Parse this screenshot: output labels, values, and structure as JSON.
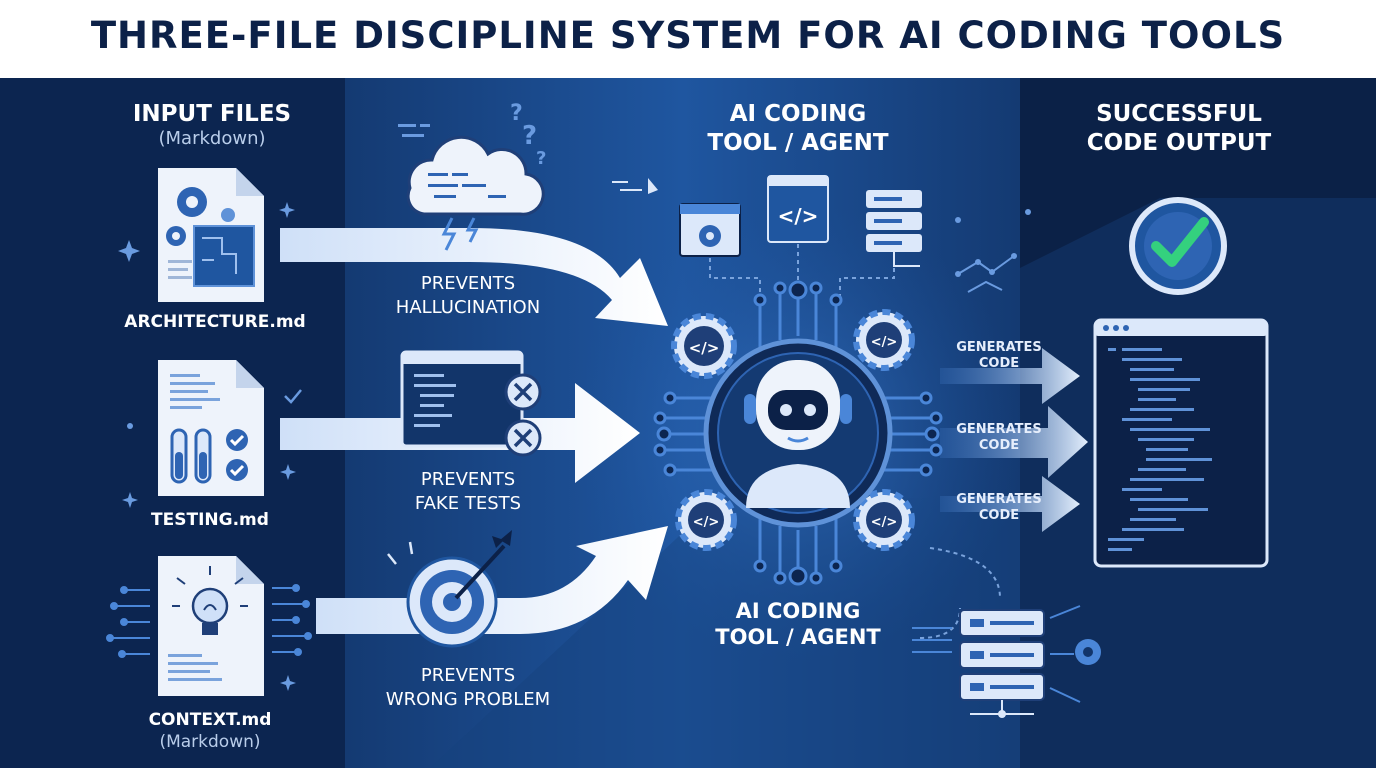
{
  "header": {
    "title": "THREE-FILE DISCIPLINE SYSTEM FOR AI CODING TOOLS"
  },
  "inputs": {
    "heading": "INPUT FILES",
    "subheading": "(Markdown)",
    "files": [
      {
        "name": "ARCHITECTURE.md",
        "icon": "blueprint-gears-icon"
      },
      {
        "name": "TESTING.md",
        "icon": "test-tubes-checklist-icon"
      },
      {
        "name": "CONTEXT.md",
        "icon": "lightbulb-icon",
        "note": "(Markdown)"
      }
    ]
  },
  "prevents": [
    {
      "line1": "PREVENTS",
      "line2": "HALLUCINATION",
      "icon": "thought-cloud-icon"
    },
    {
      "line1": "PREVENTS",
      "line2": "FAKE TESTS",
      "icon": "code-window-x-icon"
    },
    {
      "line1": "PREVENTS",
      "line2": "WRONG PROBLEM",
      "icon": "target-icon"
    }
  ],
  "agent": {
    "top_line1": "AI CODING",
    "top_line2": "TOOL / AGENT",
    "bottom_line1": "AI CODING",
    "bottom_line2": "TOOL / AGENT",
    "icon": "robot-icon"
  },
  "generates": [
    {
      "line1": "GENERATES",
      "line2": "CODE"
    },
    {
      "line1": "GENERATES",
      "line2": "CODE"
    },
    {
      "line1": "GENERATES",
      "line2": "CODE"
    }
  ],
  "output": {
    "line1": "SUCCESSFUL",
    "line2": "CODE OUTPUT",
    "icon": "checkmark-icon"
  },
  "colors": {
    "background": "#0c2550",
    "panel_mid": "#1d4d8f",
    "accent": "#4a86d8",
    "light": "#dce8fa",
    "check_green": "#34d17e",
    "title": "#0c2148"
  }
}
